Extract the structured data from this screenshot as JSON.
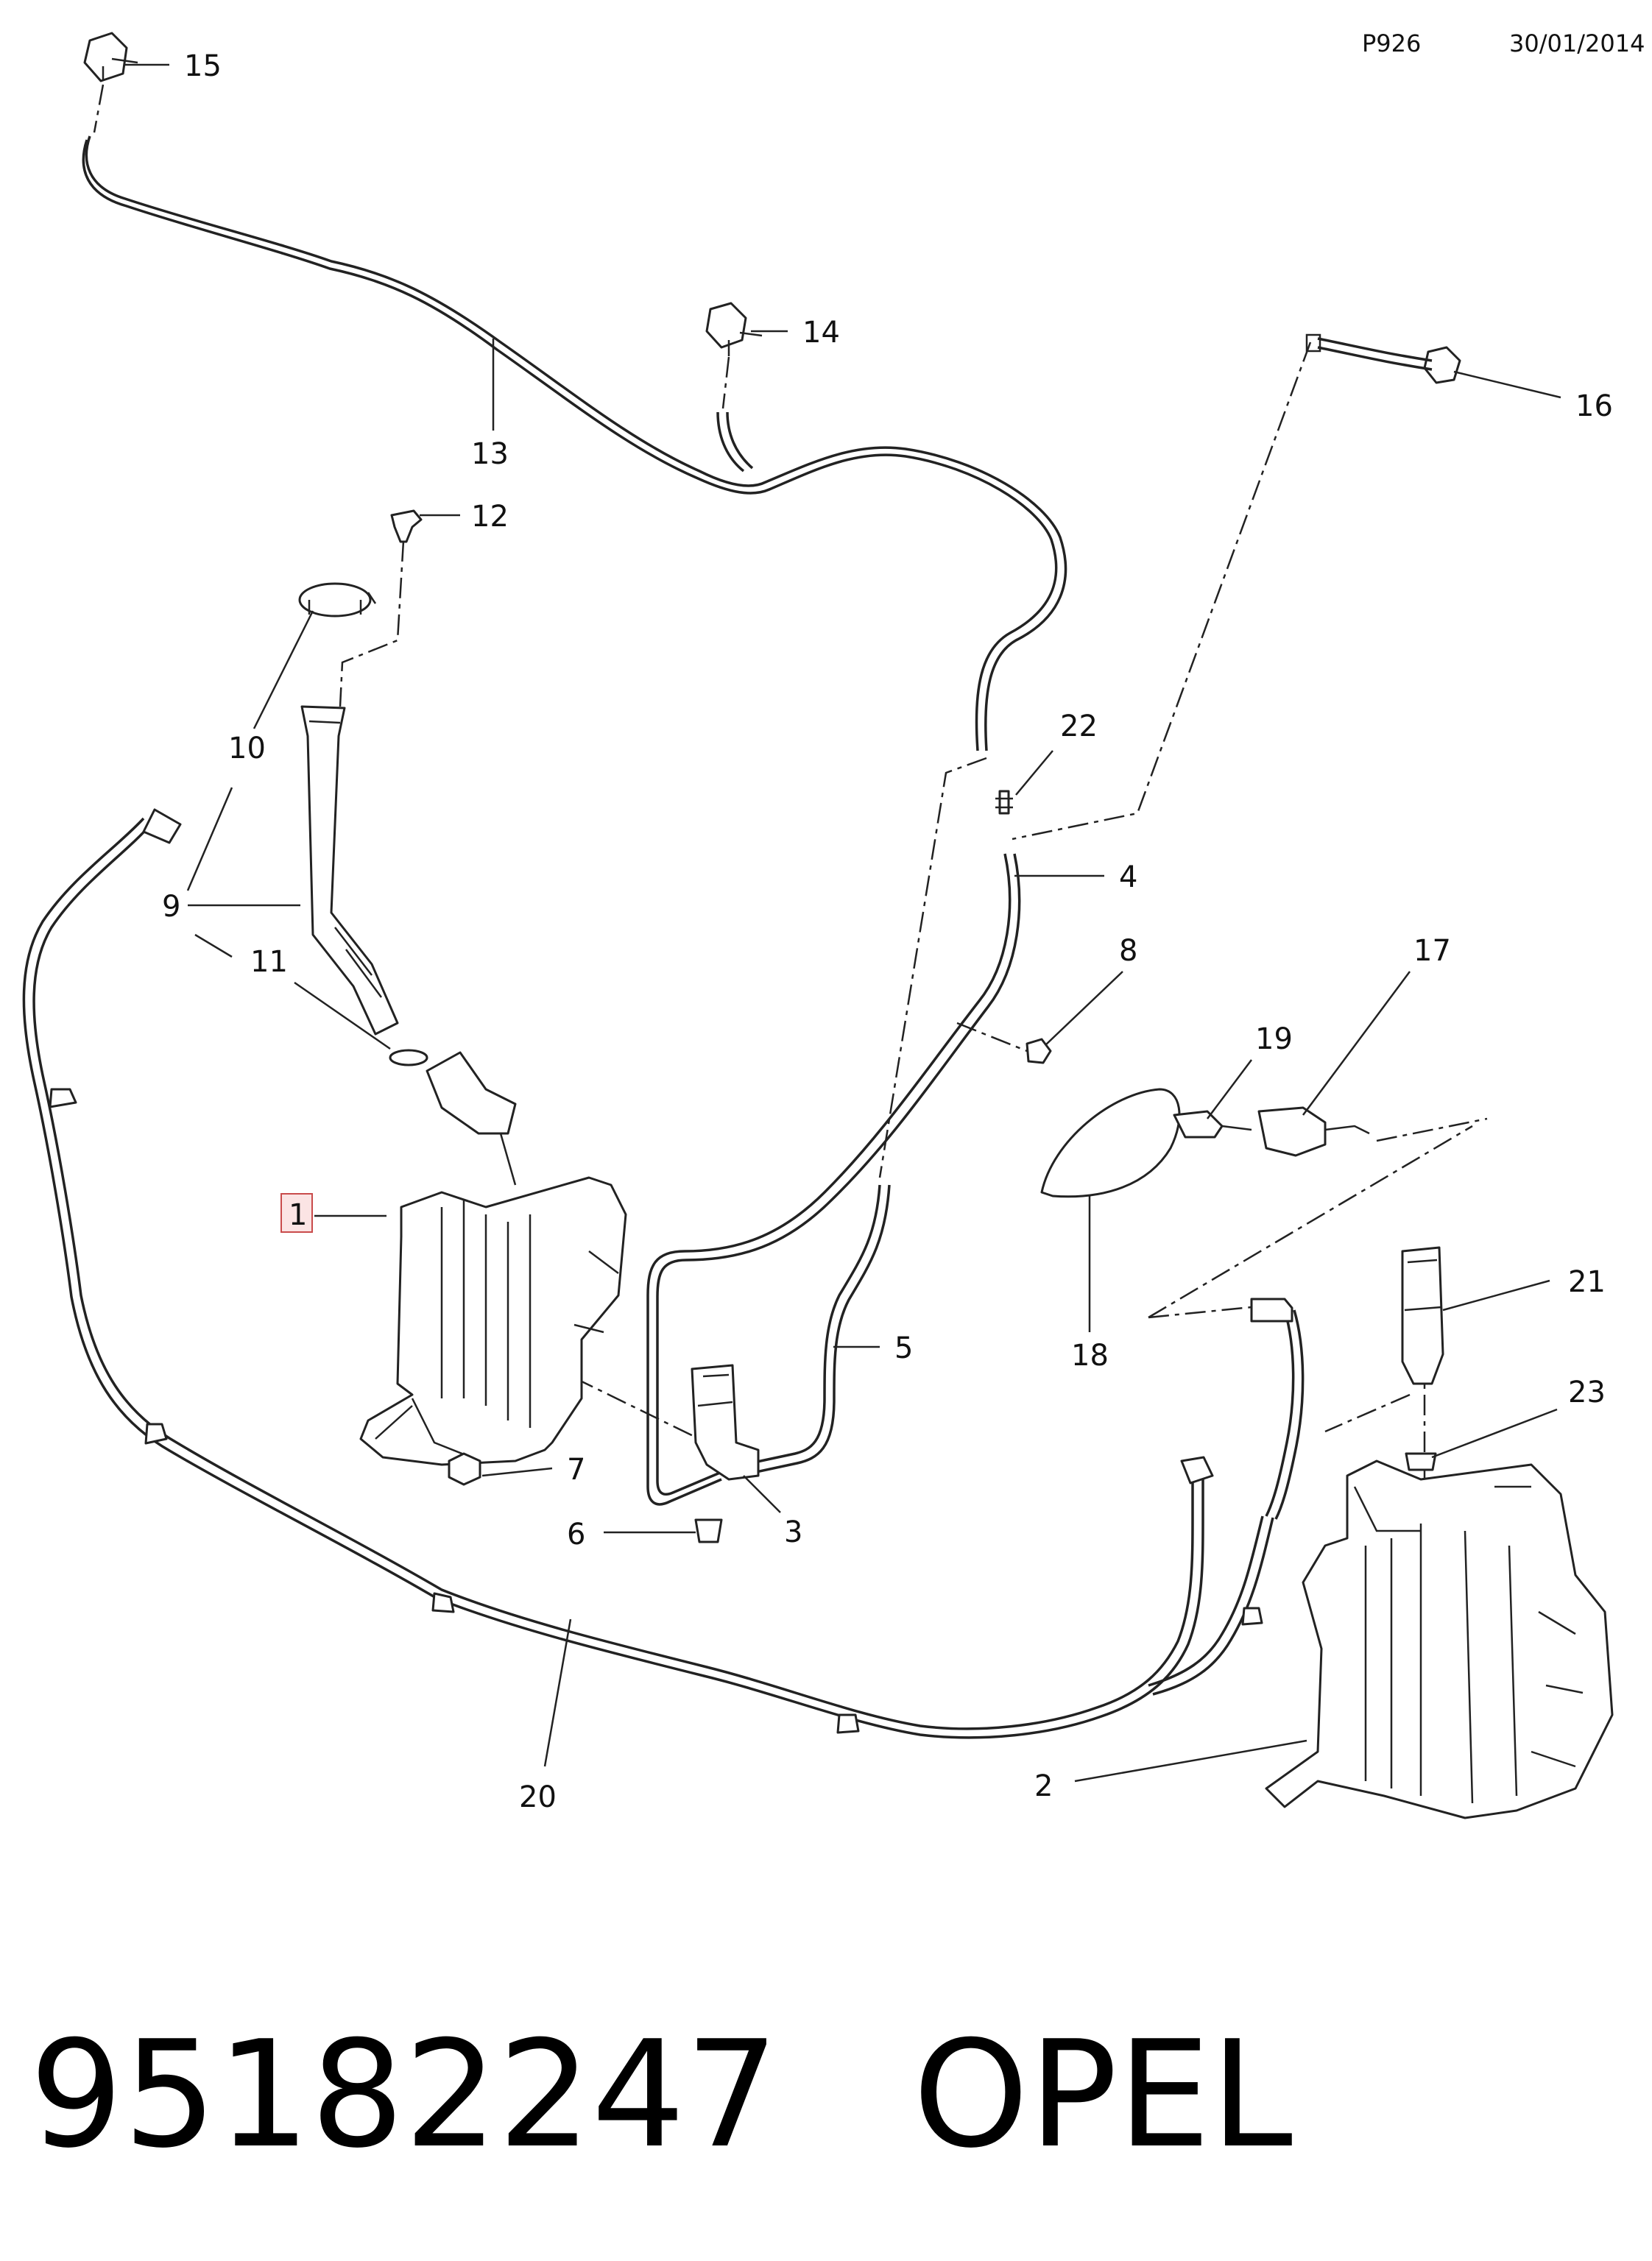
{
  "header": {
    "code": "P926",
    "date": "30/01/2014"
  },
  "footer": {
    "part_number": "95182247",
    "brand": "OPEL"
  },
  "callouts": [
    {
      "id": "c1",
      "label": "1"
    },
    {
      "id": "c2",
      "label": "2"
    },
    {
      "id": "c3",
      "label": "3"
    },
    {
      "id": "c4",
      "label": "4"
    },
    {
      "id": "c5",
      "label": "5"
    },
    {
      "id": "c6",
      "label": "6"
    },
    {
      "id": "c7",
      "label": "7"
    },
    {
      "id": "c8",
      "label": "8"
    },
    {
      "id": "c9",
      "label": "9"
    },
    {
      "id": "c10",
      "label": "10"
    },
    {
      "id": "c11",
      "label": "11"
    },
    {
      "id": "c12",
      "label": "12"
    },
    {
      "id": "c13",
      "label": "13"
    },
    {
      "id": "c14",
      "label": "14"
    },
    {
      "id": "c15",
      "label": "15"
    },
    {
      "id": "c16",
      "label": "16"
    },
    {
      "id": "c17",
      "label": "17"
    },
    {
      "id": "c18",
      "label": "18"
    },
    {
      "id": "c19",
      "label": "19"
    },
    {
      "id": "c20",
      "label": "20"
    },
    {
      "id": "c21",
      "label": "21"
    },
    {
      "id": "c22",
      "label": "22"
    },
    {
      "id": "c23",
      "label": "23"
    }
  ],
  "highlighted_callout": "1",
  "colors": {
    "line": "#222222",
    "highlight_fill": "#fbe4e4",
    "highlight_stroke": "#c94b4b"
  }
}
